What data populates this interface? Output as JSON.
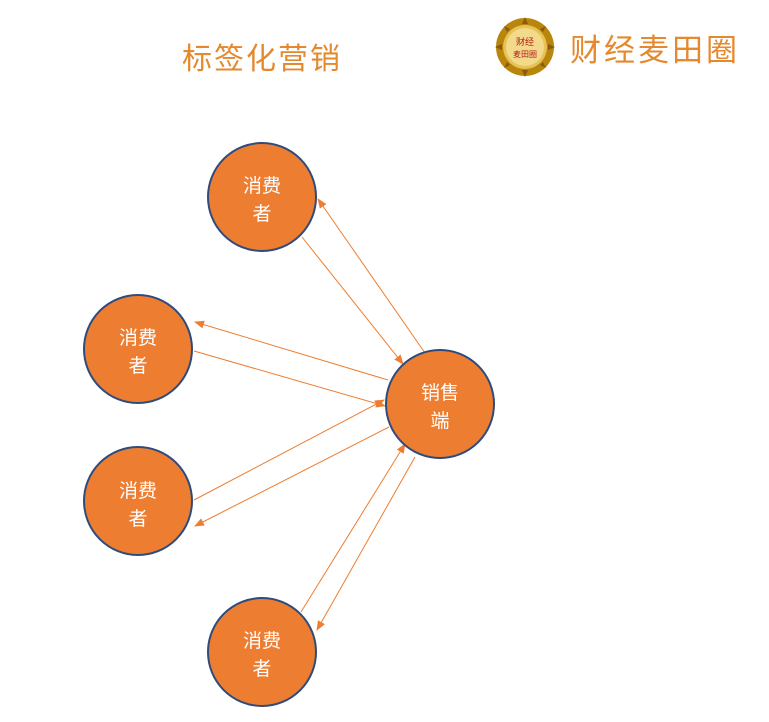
{
  "title": "标签化营销",
  "brand": {
    "name": "财经麦田圈",
    "logo_text_line1": "财经",
    "logo_text_line2": "麦田圈"
  },
  "colors": {
    "node_fill": "#ed7d31",
    "node_stroke": "#2f4b7c",
    "arrow": "#ed7d31",
    "title": "#e5892f"
  },
  "diagram": {
    "center": {
      "line1": "销售",
      "line2": "端"
    },
    "consumers": [
      {
        "line1": "消费",
        "line2": "者"
      },
      {
        "line1": "消费",
        "line2": "者"
      },
      {
        "line1": "消费",
        "line2": "者"
      },
      {
        "line1": "消费",
        "line2": "者"
      }
    ]
  }
}
